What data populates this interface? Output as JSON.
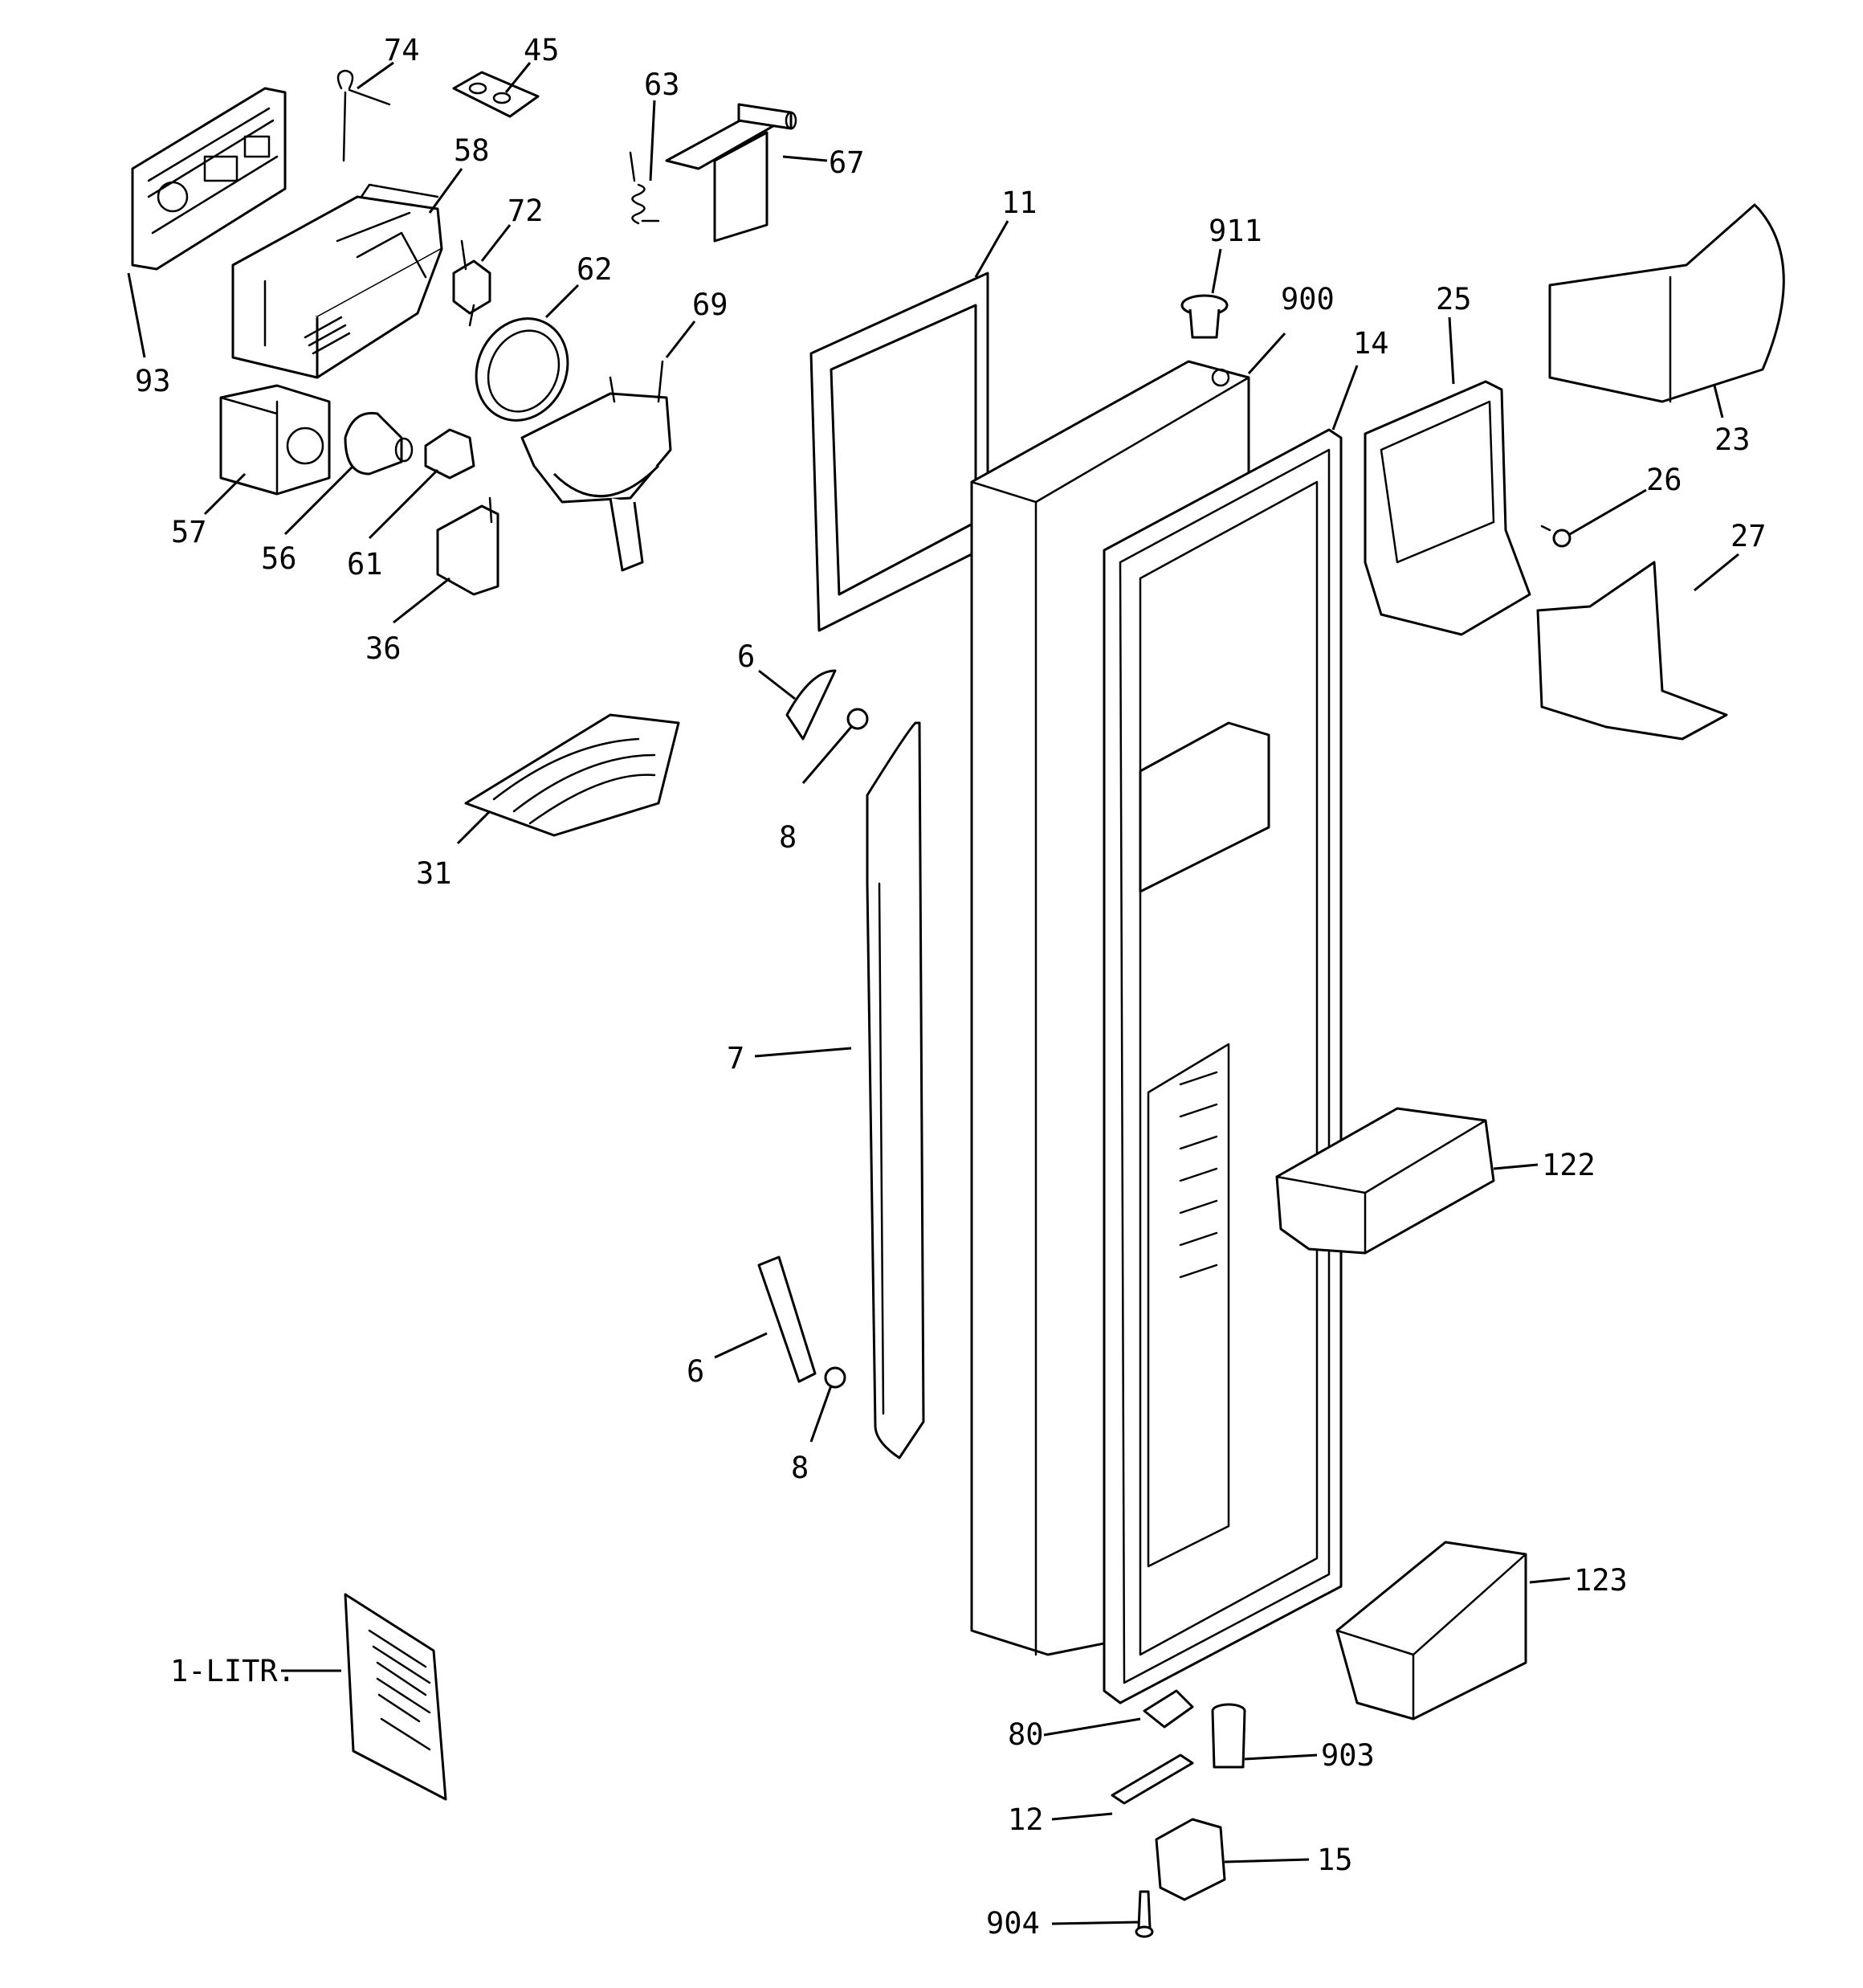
{
  "callouts": [
    {
      "id": "74",
      "text": "74"
    },
    {
      "id": "45",
      "text": "45"
    },
    {
      "id": "63",
      "text": "63"
    },
    {
      "id": "67",
      "text": "67"
    },
    {
      "id": "58",
      "text": "58"
    },
    {
      "id": "72",
      "text": "72"
    },
    {
      "id": "62",
      "text": "62"
    },
    {
      "id": "69",
      "text": "69"
    },
    {
      "id": "93",
      "text": "93"
    },
    {
      "id": "57",
      "text": "57"
    },
    {
      "id": "56",
      "text": "56"
    },
    {
      "id": "61",
      "text": "61"
    },
    {
      "id": "36",
      "text": "36"
    },
    {
      "id": "11",
      "text": "11"
    },
    {
      "id": "911",
      "text": "911"
    },
    {
      "id": "900",
      "text": "900"
    },
    {
      "id": "14",
      "text": "14"
    },
    {
      "id": "25",
      "text": "25"
    },
    {
      "id": "23",
      "text": "23"
    },
    {
      "id": "26",
      "text": "26"
    },
    {
      "id": "27",
      "text": "27"
    },
    {
      "id": "6a",
      "text": "6"
    },
    {
      "id": "8a",
      "text": "8"
    },
    {
      "id": "31",
      "text": "31"
    },
    {
      "id": "7",
      "text": "7"
    },
    {
      "id": "122",
      "text": "122"
    },
    {
      "id": "6b",
      "text": "6"
    },
    {
      "id": "8b",
      "text": "8"
    },
    {
      "id": "123",
      "text": "123"
    },
    {
      "id": "1litr",
      "text": "1-LITR."
    },
    {
      "id": "80",
      "text": "80"
    },
    {
      "id": "903",
      "text": "903"
    },
    {
      "id": "12",
      "text": "12"
    },
    {
      "id": "15",
      "text": "15"
    },
    {
      "id": "904",
      "text": "904"
    }
  ]
}
